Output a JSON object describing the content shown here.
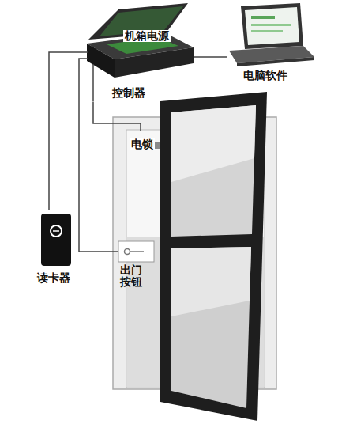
{
  "diagram": {
    "nodes": [
      {
        "text": [
          "机箱电源",
          "控制器"
        ]
      },
      {
        "text": [
          "电脑软件"
        ]
      },
      {
        "text": [
          "电锁"
        ]
      },
      {
        "text": [
          "读卡器"
        ]
      },
      {
        "text": [
          "出门按钮"
        ]
      }
    ],
    "edges": [
      {
        "from": 0,
        "to": 1,
        "arrow": "none"
      },
      {
        "from": 0,
        "to": 2,
        "arrow": "none"
      },
      {
        "from": 0,
        "to": 3,
        "arrow": "none"
      },
      {
        "from": 0,
        "to": 4,
        "arrow": "none"
      }
    ]
  }
}
